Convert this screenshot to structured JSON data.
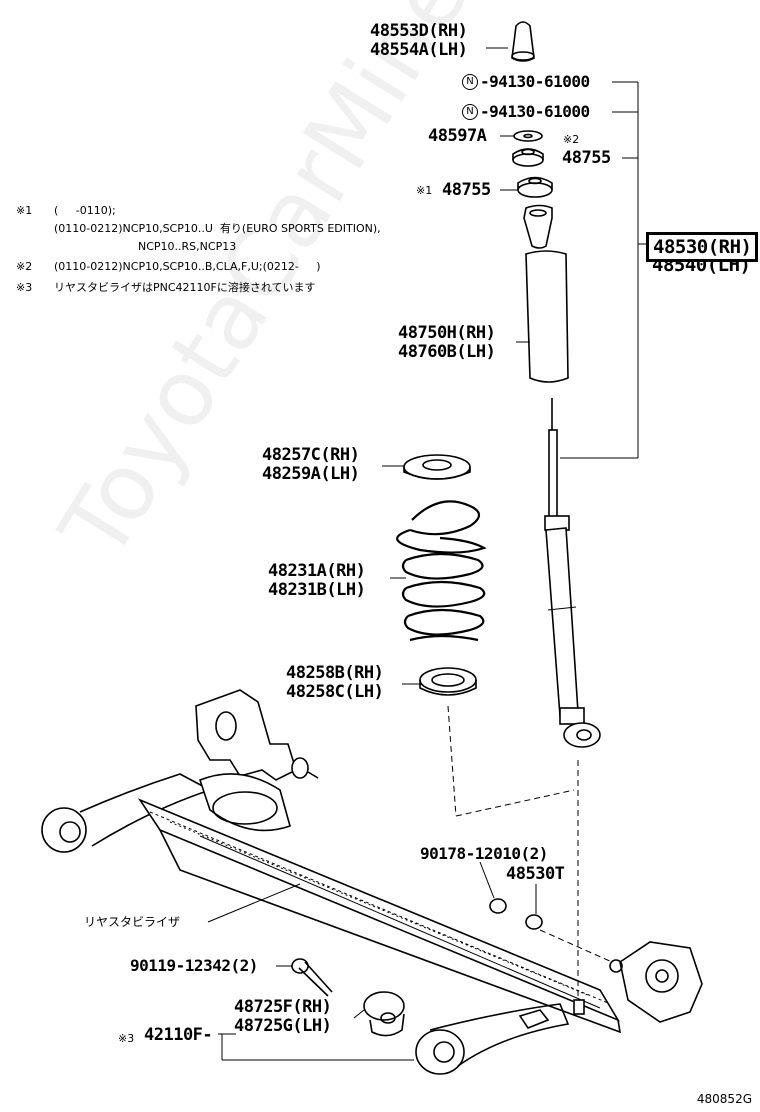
{
  "watermark": "ToyotaCarMine.ru",
  "notes": [
    {
      "mark": "※1",
      "lines": [
        "(     -0110);",
        "(0110-0212)NCP10,SCP10..U  有り(EURO SPORTS EDITION),",
        "NCP10..RS,NCP13"
      ]
    },
    {
      "mark": "※2",
      "lines": [
        "(0110-0212)NCP10,SCP10..B,CLA,F,U;(0212-     )"
      ]
    },
    {
      "mark": "※3",
      "lines": [
        "リヤスタビライザはPNC42110Fに溶接されています"
      ]
    }
  ],
  "parts": {
    "bump_stopper_top": [
      "48553D(RH)",
      "48554A(LH)"
    ],
    "nut_1": {
      "mark": "N",
      "code": "94130-61000"
    },
    "nut_2": {
      "mark": "N",
      "code": "94130-61000"
    },
    "washer": "48597A",
    "mark_2": "※2",
    "support_rh": "48755",
    "mark_1": "※1",
    "support_lh": "48755",
    "absorber_assy": [
      "48530(RH)",
      "48540(LH)"
    ],
    "cover": [
      "48750H(RH)",
      "48760B(LH)"
    ],
    "upper_insulator": [
      "48257C(RH)",
      "48259A(LH)"
    ],
    "coil_spring": [
      "48231A(RH)",
      "48231B(LH)"
    ],
    "lower_insulator": [
      "48258B(RH)",
      "48258C(LH)"
    ],
    "bolt_1": "90178-12010(2)",
    "bushing_t": "48530T",
    "stabilizer": "リヤスタビライザ",
    "bolt_2": "90119-12342(2)",
    "bushing_arm": [
      "48725F(RH)",
      "48725G(LH)"
    ],
    "mark_3": "※3",
    "axle_beam": "42110F"
  },
  "diagram_code": "480852G"
}
